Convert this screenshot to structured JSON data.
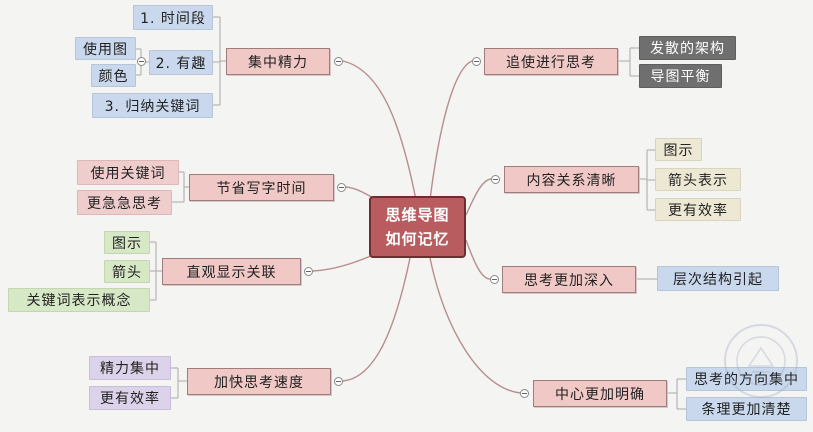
{
  "root": {
    "line1": "思维导图",
    "line2": "如何记忆"
  },
  "left": {
    "focus": {
      "label": "集中精力",
      "items": [
        "1. 时间段",
        "2. 有趣",
        "3. 归纳关键词"
      ],
      "sub": [
        "使用图",
        "颜色"
      ]
    },
    "save_time": {
      "label": "节省写字时间",
      "items": [
        "使用关键词",
        "更急急思考"
      ]
    },
    "intuitive": {
      "label": "直观显示关联",
      "items": [
        "图示",
        "箭头",
        "关键词表示概念"
      ]
    },
    "speed": {
      "label": "加快思考速度",
      "items": [
        "精力集中",
        "更有效率"
      ]
    }
  },
  "right": {
    "force_think": {
      "label": "追使进行思考",
      "items": [
        "发散的架构",
        "导图平衡"
      ]
    },
    "clear": {
      "label": "内容关系清晰",
      "items": [
        "图示",
        "箭头表示",
        "更有效率"
      ]
    },
    "deeper": {
      "label": "思考更加深入",
      "items": [
        "层次结构引起"
      ]
    },
    "clearer_center": {
      "label": "中心更加明确",
      "items": [
        "思考的方向集中",
        "条理更加清楚"
      ]
    }
  }
}
